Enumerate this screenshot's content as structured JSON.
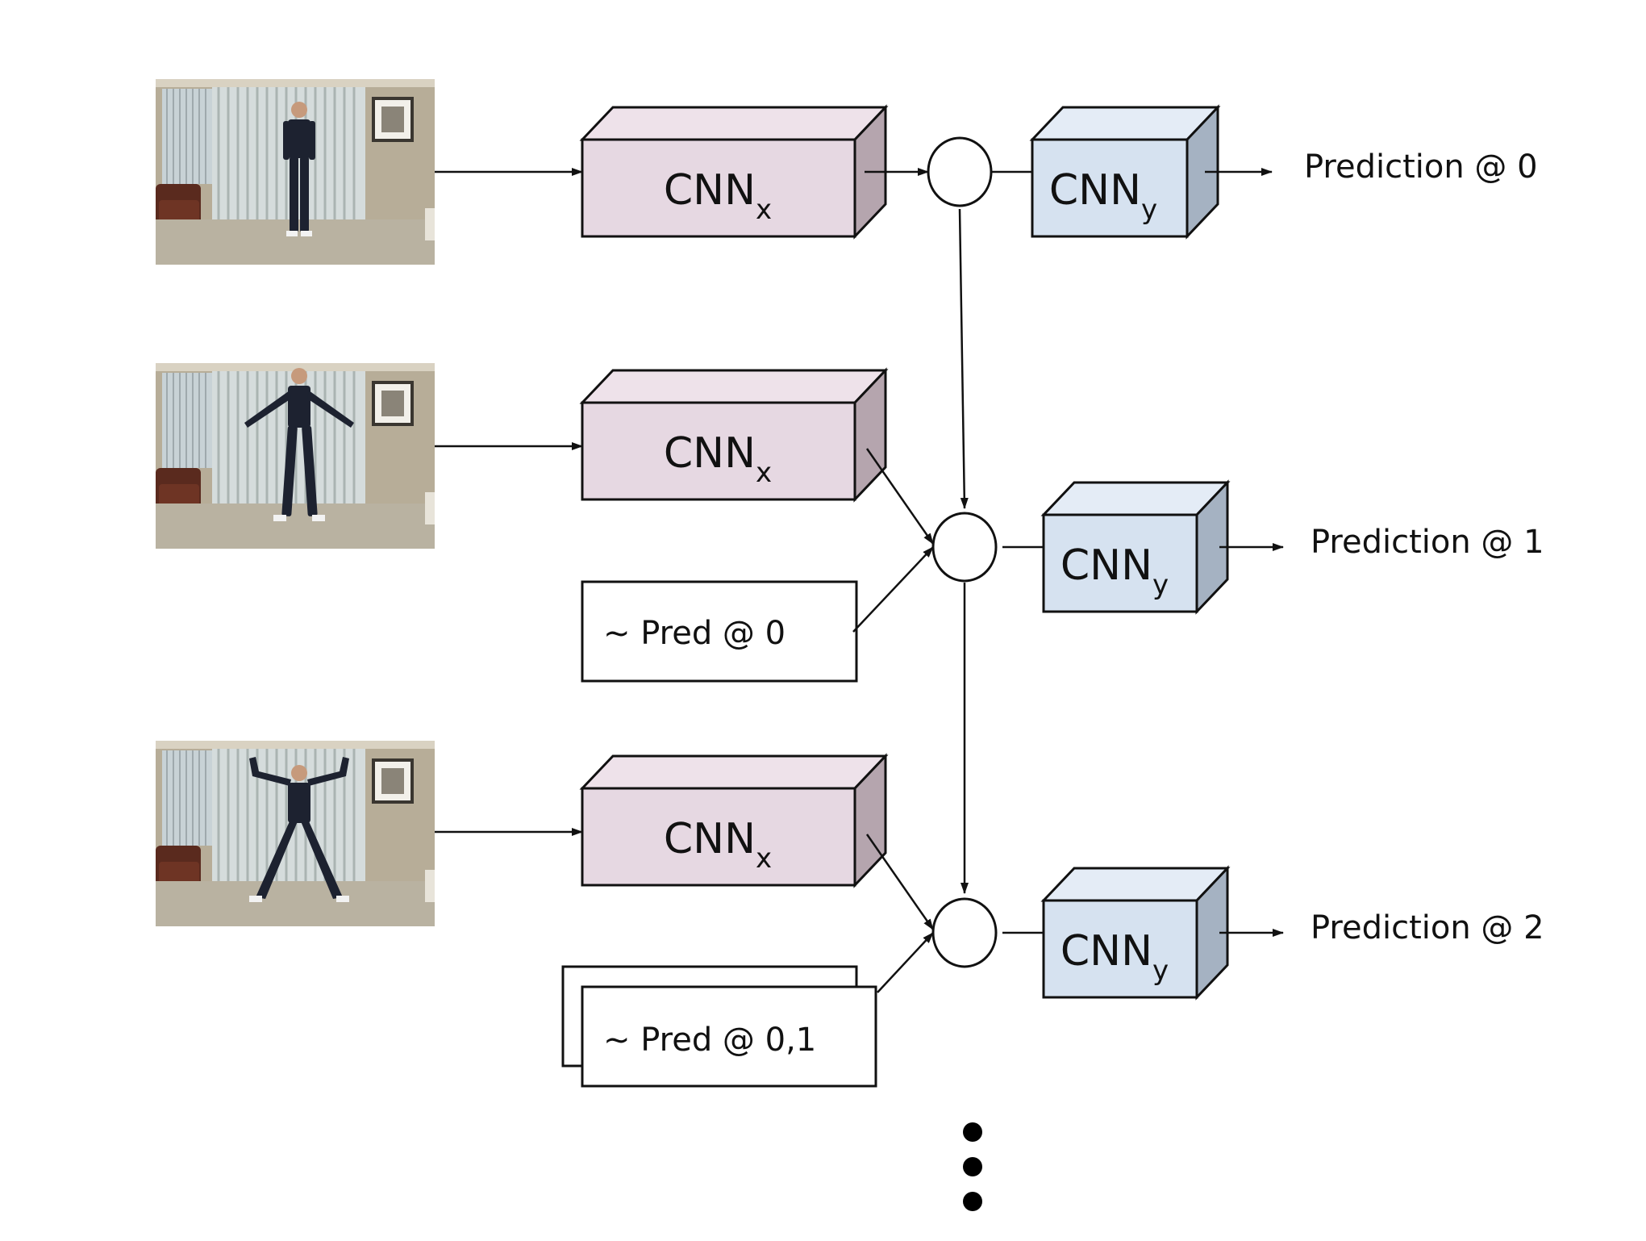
{
  "diagram": {
    "frames": [
      {
        "name": "frame-0",
        "pose": "standing"
      },
      {
        "name": "frame-1",
        "pose": "arms-out"
      },
      {
        "name": "frame-2",
        "pose": "jumping-jack"
      }
    ],
    "cnn_x": {
      "base": "CNN",
      "subscript": "x",
      "color": "#e6d8e2"
    },
    "cnn_y": {
      "base": "CNN",
      "subscript": "y",
      "color": "#d6e2f0"
    },
    "previous_predictions": [
      "~ Pred @ 0",
      "~ Pred @ 0,1"
    ],
    "outputs": [
      "Prediction @ 0",
      "Prediction @ 1",
      "Prediction @ 2"
    ],
    "continuation": "more timesteps (ellipsis dots)"
  }
}
